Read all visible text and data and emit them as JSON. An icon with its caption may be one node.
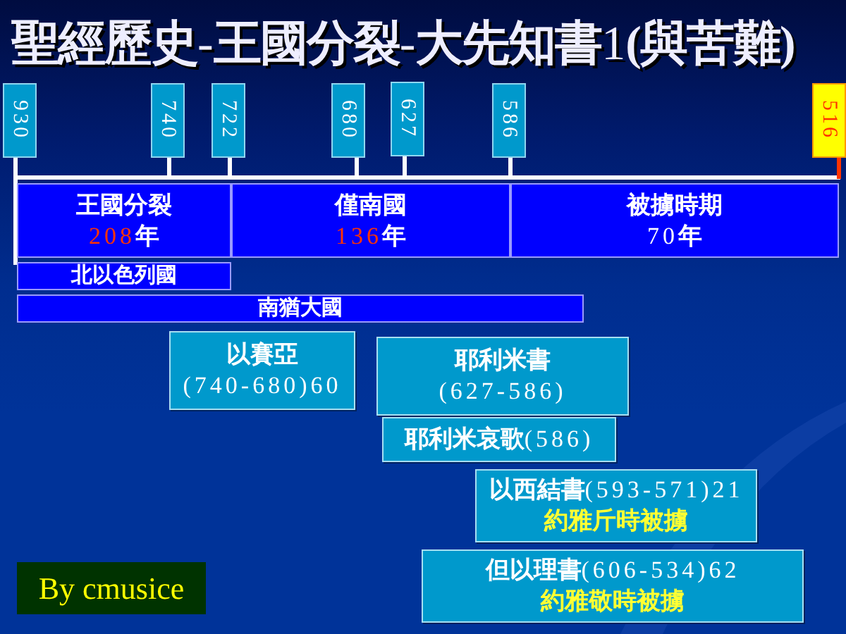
{
  "diagram": {
    "title": "聖經歷史-王國分裂-大先知書1(與苦難)",
    "nodes": [
      {
        "text": [
          "930"
        ]
      },
      {
        "text": [
          "740"
        ]
      },
      {
        "text": [
          "722"
        ]
      },
      {
        "text": [
          "680"
        ]
      },
      {
        "text": [
          "627"
        ]
      },
      {
        "text": [
          "586"
        ]
      },
      {
        "text": [
          "516"
        ]
      },
      {
        "text": [
          "王國分裂",
          "208年"
        ]
      },
      {
        "text": [
          "僅南國",
          "136年"
        ]
      },
      {
        "text": [
          "被擄時期",
          "70年"
        ]
      },
      {
        "text": [
          "北以色列國"
        ]
      },
      {
        "text": [
          "南猶大國"
        ]
      },
      {
        "text": [
          "以賽亞",
          "(740-680)60"
        ]
      },
      {
        "text": [
          "耶利米書",
          "(627-586)"
        ]
      },
      {
        "text": [
          "耶利米哀歌(586)"
        ]
      },
      {
        "text": [
          "以西結書(593-571)21",
          "約雅斤時被擄"
        ]
      },
      {
        "text": [
          "但以理書(606-534)62",
          "約雅敬時被擄"
        ]
      }
    ],
    "labels": [
      "By cmusice"
    ]
  }
}
